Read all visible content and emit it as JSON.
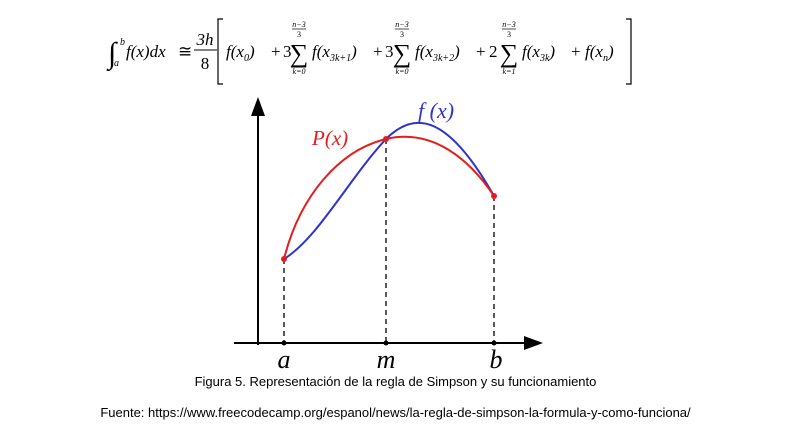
{
  "formula": {
    "int_lower": "a",
    "int_upper": "b",
    "integrand": "f(x)dx",
    "approx": "≅",
    "coef_num": "3h",
    "coef_den": "8",
    "term_f0": "f(x",
    "term_f0_sub": "0",
    "close_paren": ")",
    "plus": "+",
    "three": "3",
    "two": "2",
    "sum1_upper_num": "n−3",
    "sum1_upper_den": "3",
    "sum1_lower": "k=0",
    "sum1_term": "f(x",
    "sum1_sub": "3k+1",
    "sum2_upper_num": "n−3",
    "sum2_upper_den": "3",
    "sum2_lower": "k=0",
    "sum2_term": "f(x",
    "sum2_sub": "3k+2",
    "sum3_upper_num": "n−3",
    "sum3_upper_den": "3",
    "sum3_lower": "k=1",
    "sum3_term": "f(x",
    "sum3_sub": "3k",
    "term_fn": "f(x",
    "term_fn_sub": "n"
  },
  "graph": {
    "label_f": "f (x)",
    "label_p": "P(x)",
    "tick_a": "a",
    "tick_m": "m",
    "tick_b": "b",
    "color_f": "#2e32c8",
    "color_p": "#e01e1e",
    "color_axis": "#000000"
  },
  "captions": {
    "figure": "Figura 5. Representación de la regla de Simpson y su funcionamiento",
    "source": "Fuente: https://www.freecodecamp.org/espanol/news/la-regla-de-simpson-la-formula-y-como-funciona/"
  }
}
